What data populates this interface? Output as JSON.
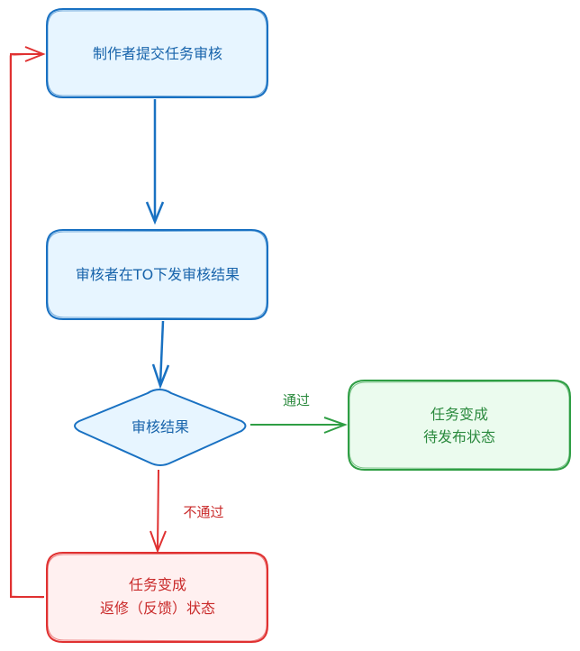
{
  "nodes": {
    "submit": {
      "label": "制作者提交任务审核"
    },
    "issue": {
      "label": "审核者在TO下发审核结果"
    },
    "decision": {
      "label": "审核结果"
    },
    "pending_publish": {
      "line1": "任务变成",
      "line2": "待发布状态"
    },
    "rework": {
      "line1": "任务变成",
      "line2": "返修（反馈）状态"
    }
  },
  "edges": {
    "pass": {
      "label": "通过"
    },
    "fail": {
      "label": "不通过"
    }
  },
  "colors": {
    "blue_stroke": "#1971c2",
    "blue_fill": "#e7f5ff",
    "green_stroke": "#2f9e44",
    "green_fill": "#ebfbee",
    "red_stroke": "#e03131",
    "red_fill": "#fff0f0",
    "text_blue": "#1864ab",
    "text_green": "#2b8a3e",
    "text_red": "#c92a2a"
  }
}
